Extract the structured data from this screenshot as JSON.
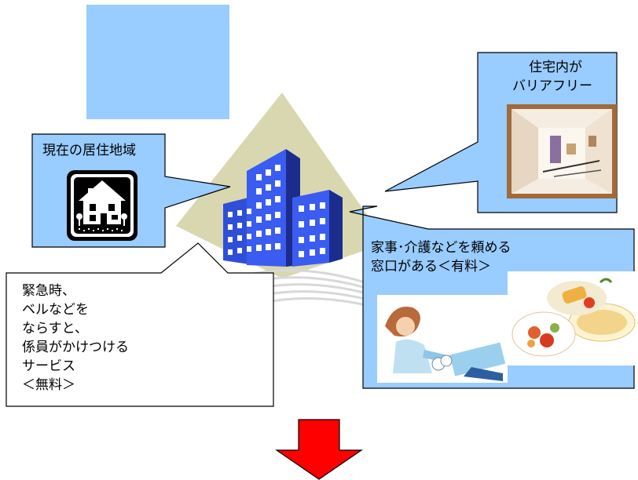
{
  "callouts": {
    "residence": {
      "title": "現在の居住地域"
    },
    "barrier_free": {
      "line1": "住宅内が",
      "line2": "バリアフリー"
    },
    "housework": {
      "line1": "家事･介護などを頼める",
      "line2": "窓口がある＜有料＞"
    },
    "emergency": {
      "lines": [
        "緊急時、",
        "ベルなどを",
        "ならすと、",
        "係員がかけつける",
        "サービス",
        "＜無料＞"
      ]
    }
  },
  "icons": {
    "house": "house-icon",
    "building": "apartment-building-icon",
    "room": "barrier-free-room-photo",
    "caregiver": "caregiver-illustration",
    "meal": "meal-plate-illustration",
    "arrow": "down-arrow-icon"
  },
  "colors": {
    "callout_fill": "#99ccff",
    "callout_border": "#000000",
    "arrow": "#ff0000",
    "building": "#2f4fd8",
    "backdrop": "#d9d7b0"
  }
}
